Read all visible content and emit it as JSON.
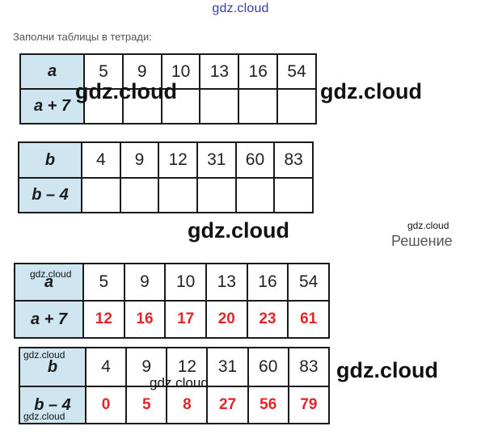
{
  "site_mark": "gdz.cloud",
  "instruction": "Заполни таблицы в тетради:",
  "solution_title": "Решение",
  "watermark": "gdz.cloud",
  "task": {
    "table1": {
      "header_top": "a",
      "header_bottom": "a + 7",
      "values": [
        "5",
        "9",
        "10",
        "13",
        "16",
        "54"
      ],
      "results": [
        "",
        "",
        "",
        "",
        "",
        ""
      ]
    },
    "table2": {
      "header_top": "b",
      "header_bottom": "b – 4",
      "values": [
        "4",
        "9",
        "12",
        "31",
        "60",
        "83"
      ],
      "results": [
        "",
        "",
        "",
        "",
        "",
        ""
      ]
    }
  },
  "solution": {
    "table1": {
      "header_top": "a",
      "header_bottom": "a + 7",
      "values": [
        "5",
        "9",
        "10",
        "13",
        "16",
        "54"
      ],
      "results": [
        "12",
        "16",
        "17",
        "20",
        "23",
        "61"
      ]
    },
    "table2": {
      "header_top": "b",
      "header_bottom": "b – 4",
      "values": [
        "4",
        "9",
        "12",
        "31",
        "60",
        "83"
      ],
      "results": [
        "0",
        "5",
        "8",
        "27",
        "56",
        "79"
      ]
    }
  },
  "colors": {
    "header_fill": "#cfe6f1",
    "answer_red": "#e0262a",
    "site_mark_blue": "#3a3aa8"
  }
}
